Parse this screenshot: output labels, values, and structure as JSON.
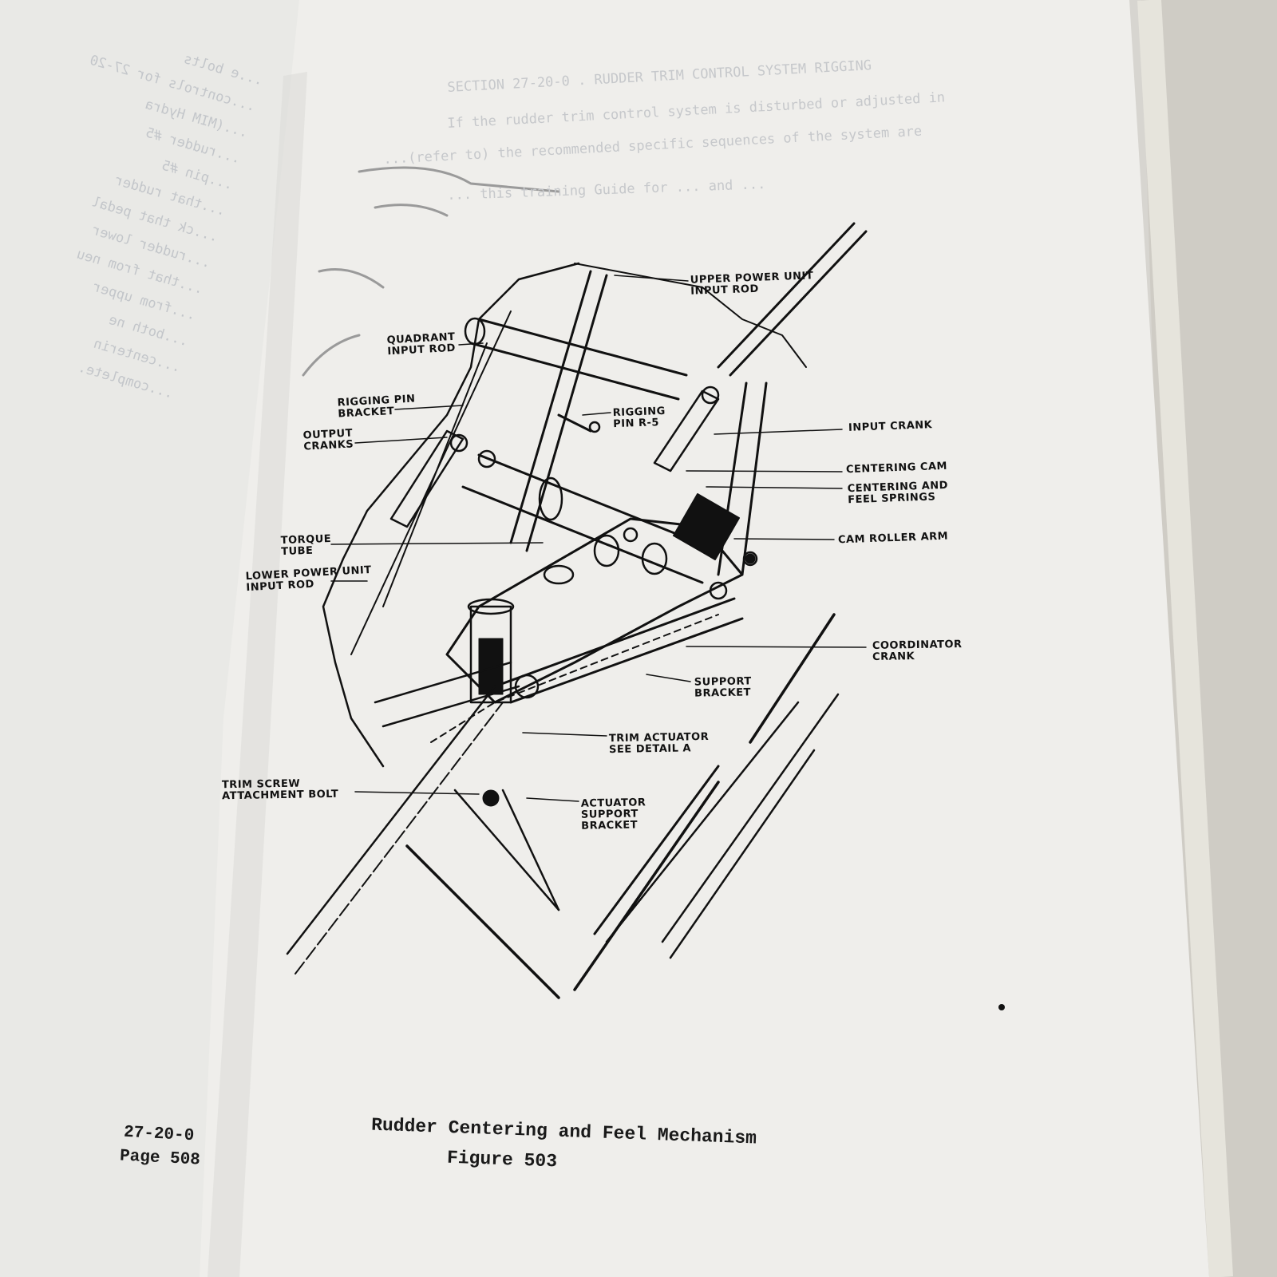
{
  "header": {
    "faded_lines": [
      "SECTION 27-20-0 . RUDDER TRIM CONTROL SYSTEM RIGGING",
      "If the rudder trim control system is disturbed or adjusted in",
      "...(refer to) the recommended specific sequences of the system are",
      "... this training Guide for ... and ..."
    ]
  },
  "left_page": {
    "bleed_lines": [
      "...e bolts",
      "...controls for 27-20",
      "...(MIM Hydra",
      "...rudder #5",
      "...pin #5",
      "...that rudder",
      "...ck that pedal",
      "...rudder lower",
      "...that from neu",
      "...from upper",
      "...both ne",
      "...centerin",
      "...complete."
    ]
  },
  "diagram": {
    "callouts": [
      {
        "id": "upper-power-unit-input-rod",
        "text": "UPPER POWER UNIT\nINPUT ROD"
      },
      {
        "id": "quadrant-input-rod",
        "text": "QUADRANT\nINPUT ROD"
      },
      {
        "id": "rigging-pin-bracket",
        "text": "RIGGING PIN\nBRACKET"
      },
      {
        "id": "rigging-pin-r5",
        "text": "RIGGING\nPIN R-5"
      },
      {
        "id": "output-cranks",
        "text": "OUTPUT\nCRANKS"
      },
      {
        "id": "input-crank",
        "text": "INPUT CRANK"
      },
      {
        "id": "centering-cam",
        "text": "CENTERING CAM"
      },
      {
        "id": "centering-and-feel-springs",
        "text": "CENTERING AND\nFEEL SPRINGS"
      },
      {
        "id": "torque-tube",
        "text": "TORQUE\nTUBE"
      },
      {
        "id": "cam-roller-arm",
        "text": "CAM ROLLER ARM"
      },
      {
        "id": "lower-power-unit-input-rod",
        "text": "LOWER POWER UNIT\nINPUT ROD"
      },
      {
        "id": "coordinator-crank",
        "text": "COORDINATOR\nCRANK"
      },
      {
        "id": "support-bracket",
        "text": "SUPPORT\nBRACKET"
      },
      {
        "id": "trim-actuator",
        "text": "TRIM ACTUATOR\nSEE DETAIL A"
      },
      {
        "id": "trim-screw-attachment-bolt",
        "text": "TRIM SCREW\nATTACHMENT BOLT"
      },
      {
        "id": "actuator-support-bracket",
        "text": "ACTUATOR\nSUPPORT\nBRACKET"
      }
    ]
  },
  "footer": {
    "section": "27-20-0",
    "page": "Page 508",
    "caption": "Rudder Centering and Feel Mechanism",
    "figure": "Figure 503"
  }
}
